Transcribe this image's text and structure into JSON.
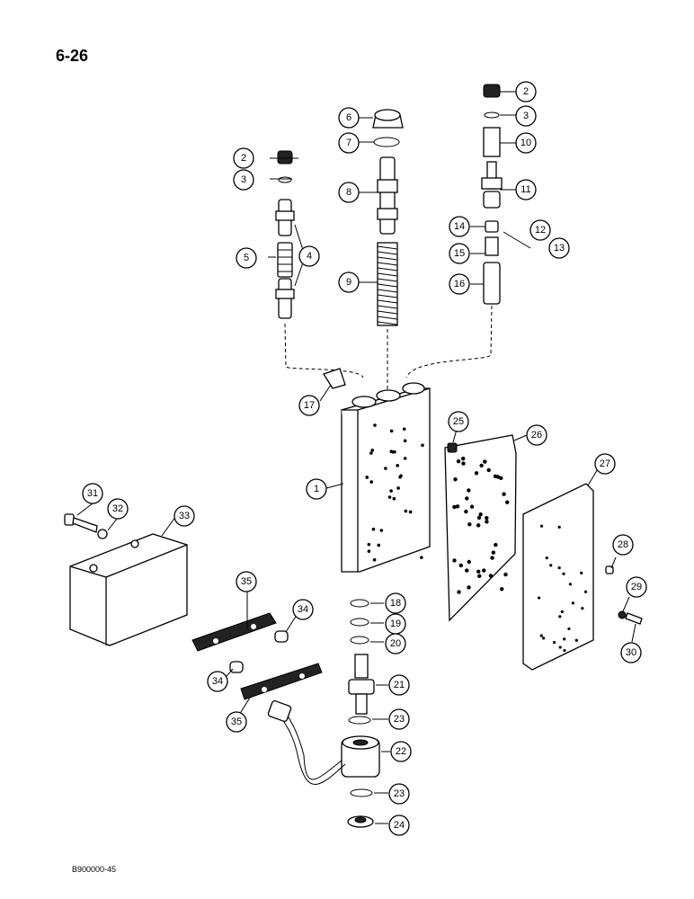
{
  "page": {
    "number": "6-26",
    "figure_code": "B900000-45"
  },
  "callouts": [
    {
      "n": "1"
    },
    {
      "n": "2"
    },
    {
      "n": "3"
    },
    {
      "n": "4"
    },
    {
      "n": "5"
    },
    {
      "n": "6"
    },
    {
      "n": "7"
    },
    {
      "n": "8"
    },
    {
      "n": "9"
    },
    {
      "n": "10"
    },
    {
      "n": "11"
    },
    {
      "n": "12"
    },
    {
      "n": "13"
    },
    {
      "n": "14"
    },
    {
      "n": "15"
    },
    {
      "n": "16"
    },
    {
      "n": "17"
    },
    {
      "n": "18"
    },
    {
      "n": "19"
    },
    {
      "n": "20"
    },
    {
      "n": "21"
    },
    {
      "n": "22"
    },
    {
      "n": "23"
    },
    {
      "n": "24"
    },
    {
      "n": "25"
    },
    {
      "n": "26"
    },
    {
      "n": "27"
    },
    {
      "n": "28"
    },
    {
      "n": "29"
    },
    {
      "n": "30"
    },
    {
      "n": "31"
    },
    {
      "n": "32"
    },
    {
      "n": "33"
    },
    {
      "n": "34"
    },
    {
      "n": "35"
    }
  ]
}
